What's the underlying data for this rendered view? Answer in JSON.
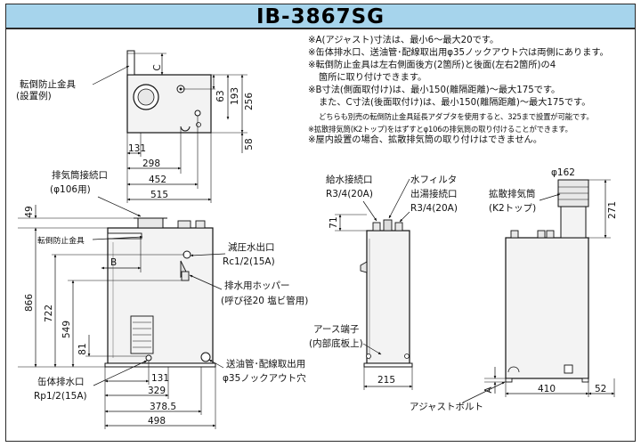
{
  "title": "IB-3867SG",
  "notes": [
    "※A(アジャスト)寸法は、最小6〜最大20です。",
    "※缶体排水口、送油管･配線取出用φ35ノックアウト穴は両側にあります。",
    "※転倒防止金具は左右側面後方(2箇所)と後面(左右2箇所)の4",
    "箇所に取り付けできます。",
    "※B寸法(側面取付け)は、最小150(離隔距離)〜最大175です。",
    "また、C寸法(後面取付け)は、最小150(離隔距離)〜最大175です。",
    "どちらも別売の転倒防止金具延長アダプタを使用すると、325まで設置が可能です。",
    "※拡散排気筒(K2トップ)をはずすとφ106の排気筒の取り付けることができます。",
    "※屋内設置の場合、拡散排気筒の取り付けはできません。"
  ],
  "top_view": {
    "label_1": "転倒防止金具",
    "label_2": "(設置例)",
    "letter_c": "C",
    "dims": {
      "d63": "63",
      "d193": "193",
      "d256": "256",
      "d131": "131",
      "d298": "298",
      "d58": "58",
      "d452": "452",
      "d515": "515"
    }
  },
  "front_view": {
    "exhaust_1": "排気筒接続口",
    "exhaust_2": "(φ106用)",
    "tip_bracket": "転倒防止金具",
    "letter_b": "B",
    "relief_1": "減圧水出口",
    "relief_2": "Rc1/2(15A)",
    "hopper_1": "排水用ホッパー",
    "hopper_2": "(呼び径20 塩ビ管用)",
    "drain_1": "缶体排水口",
    "drain_2": "Rp1/2(15A)",
    "pipe_1": "送油管･配線取出用",
    "pipe_2": "φ35ノックアウト穴",
    "dims": {
      "d49": "49",
      "d866": "866",
      "d722": "722",
      "d549": "549",
      "d81": "81",
      "d131": "131",
      "d329": "329",
      "d3785": "378.5",
      "d498": "498"
    }
  },
  "side_view": {
    "supply_1": "給水接続口",
    "supply_2": "R3/4(20A)",
    "filter": "水フィルタ",
    "outlet_1": "出湯接続口",
    "outlet_2": "R3/4(20A)",
    "ground_1": "アース端子",
    "ground_2": "(内部底板上)",
    "dims": {
      "d71": "71",
      "d215": "215"
    }
  },
  "rear_view": {
    "dia": "φ162",
    "diffuser_1": "拡散排気筒",
    "diffuser_2": "(K2トップ)",
    "adjust": "アジャストボルト",
    "letter_a": "A",
    "dims": {
      "d271": "271",
      "d410": "410",
      "d52": "52"
    }
  }
}
